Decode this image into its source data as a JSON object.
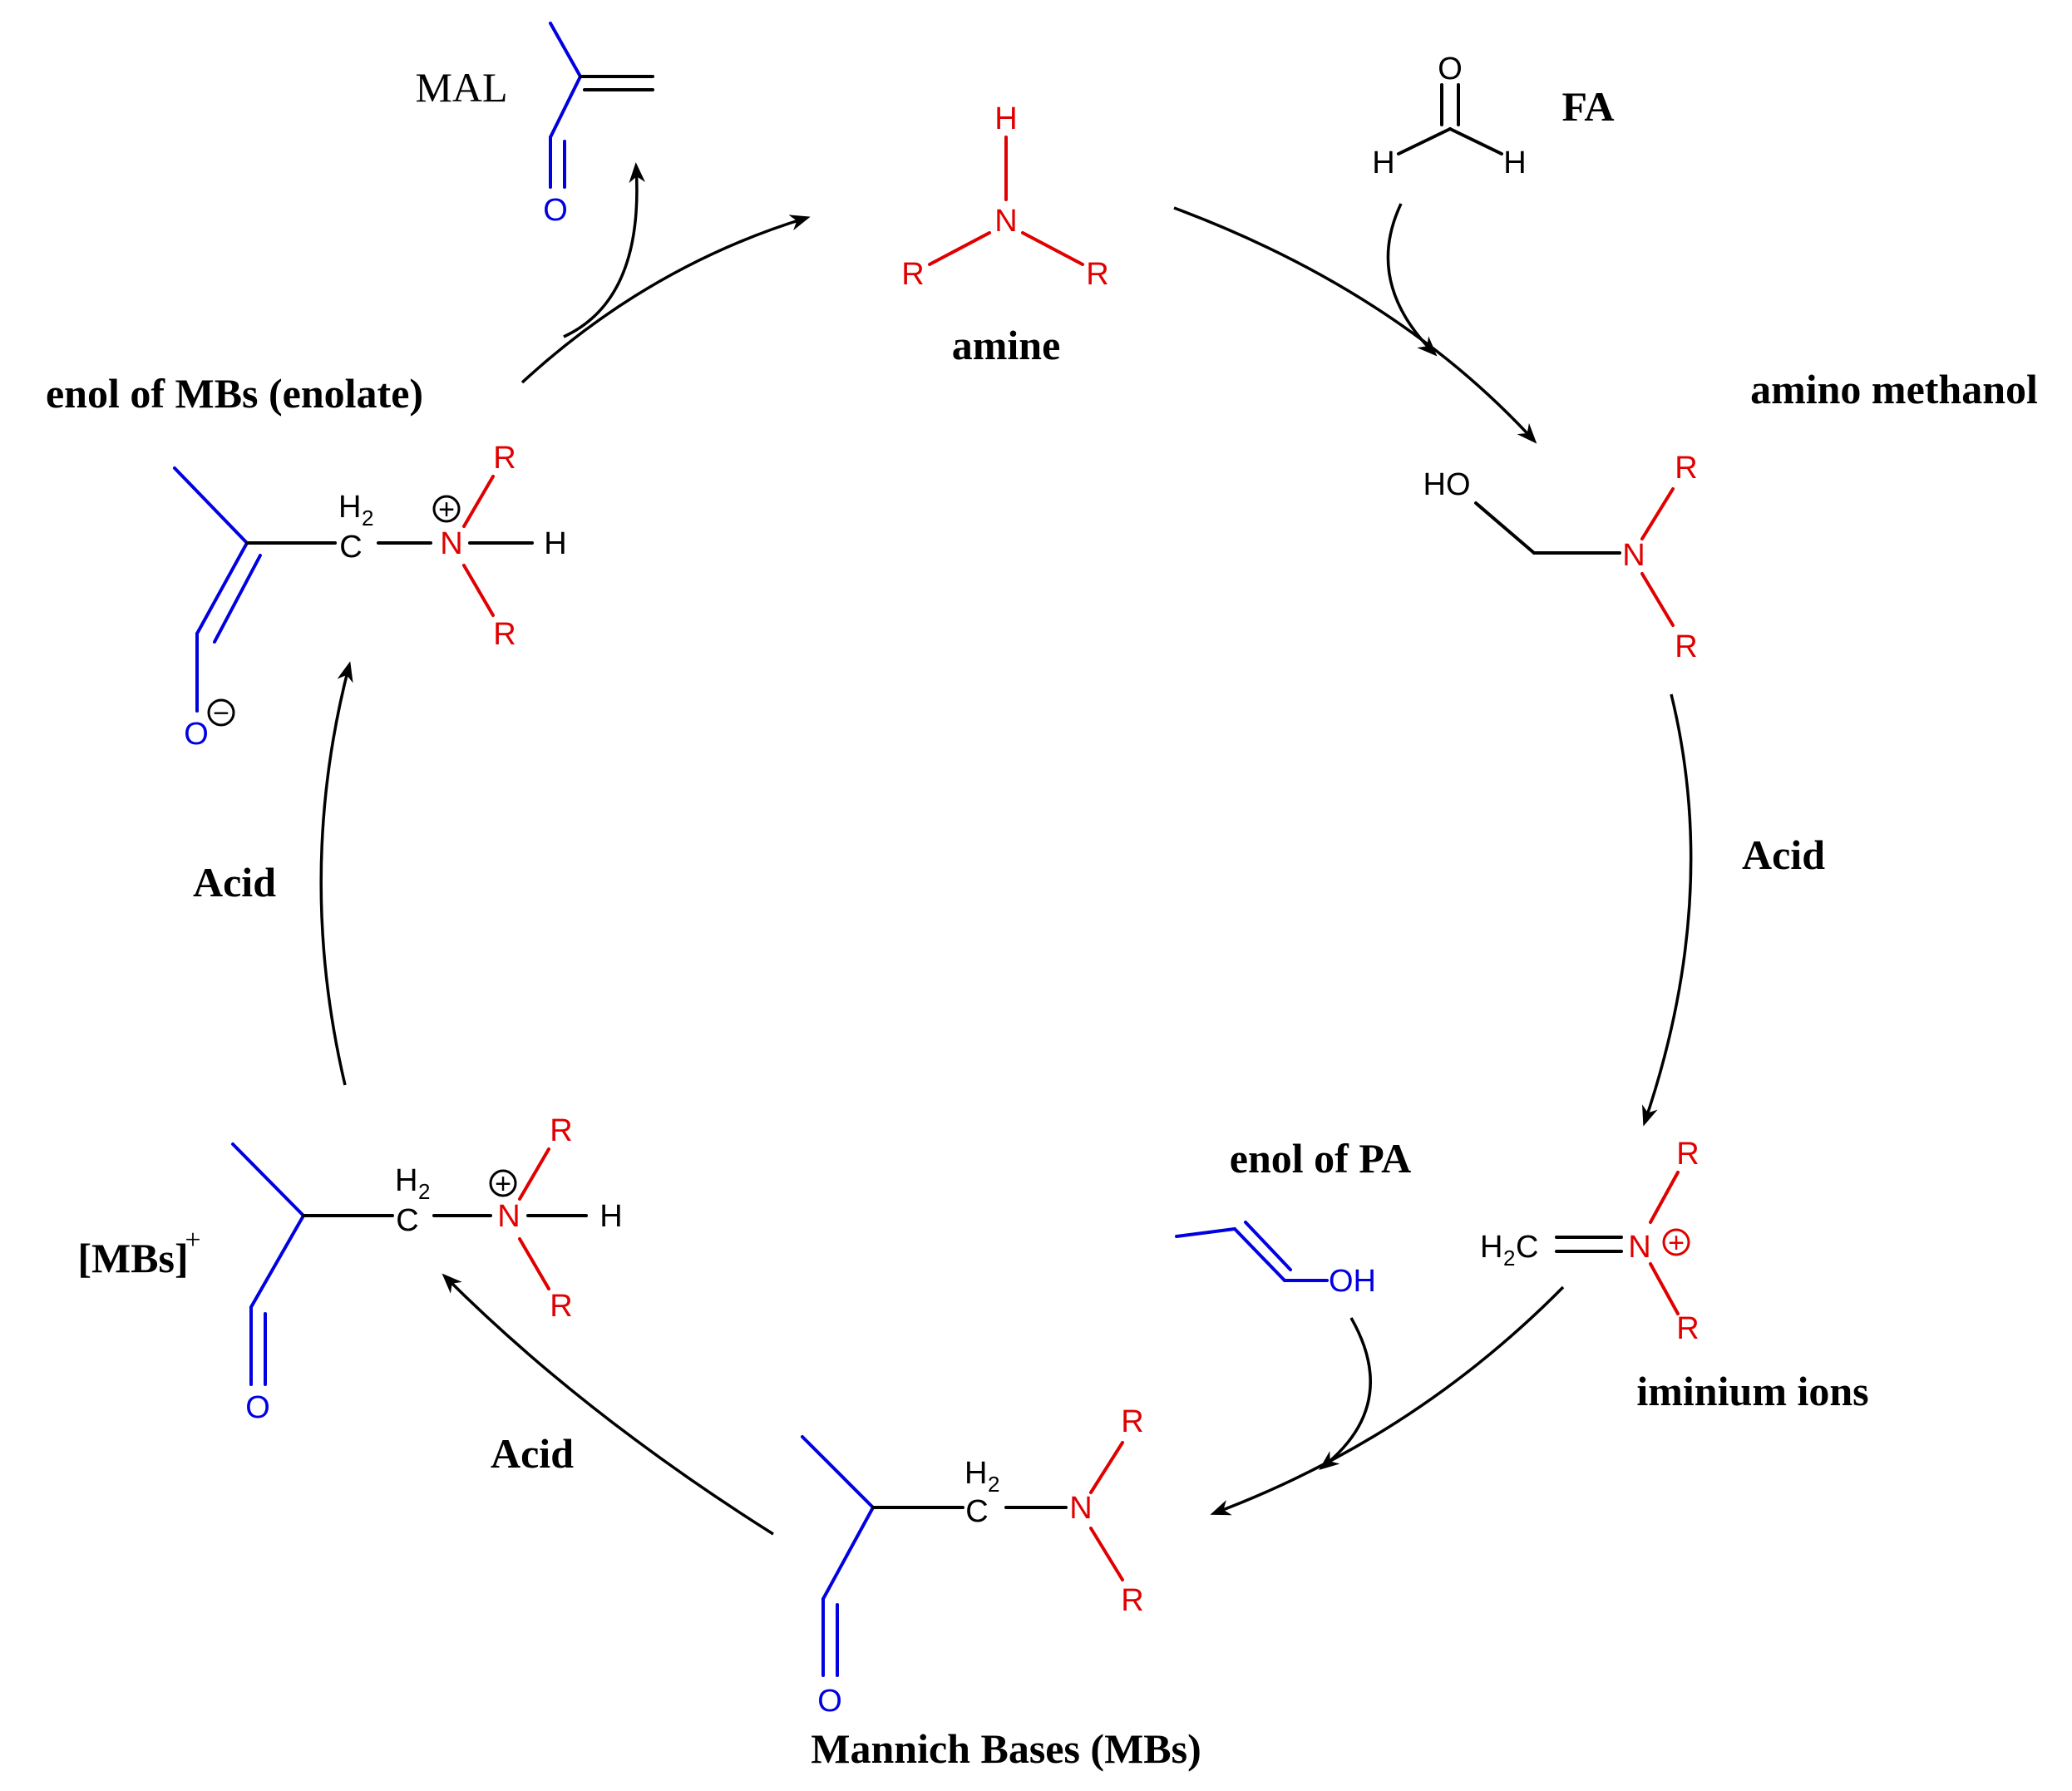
{
  "labels": {
    "amine": "amine",
    "fa": "FA",
    "amino_methanol": "amino methanol",
    "acid_right": "Acid",
    "iminium": "iminium ions",
    "enol_pa": "enol of PA",
    "mannich": "Mannich Bases (MBs)",
    "acid_bottom": "Acid",
    "mbs_cation": "[MBs]",
    "mbs_plus": "+",
    "acid_left": "Acid",
    "enolate": "enol of MBs (enolate)",
    "mal": "MAL"
  },
  "atoms": {
    "H": "H",
    "N": "N",
    "R": "R",
    "O": "O",
    "C": "C",
    "HO": "HO",
    "OH": "OH",
    "H2_H": "H",
    "H2_2": "2",
    "plus": "+",
    "minus": "−"
  },
  "colors": {
    "amine_part": "#e00000",
    "carbonyl_part": "#0000e0",
    "scaffold": "#000000"
  }
}
